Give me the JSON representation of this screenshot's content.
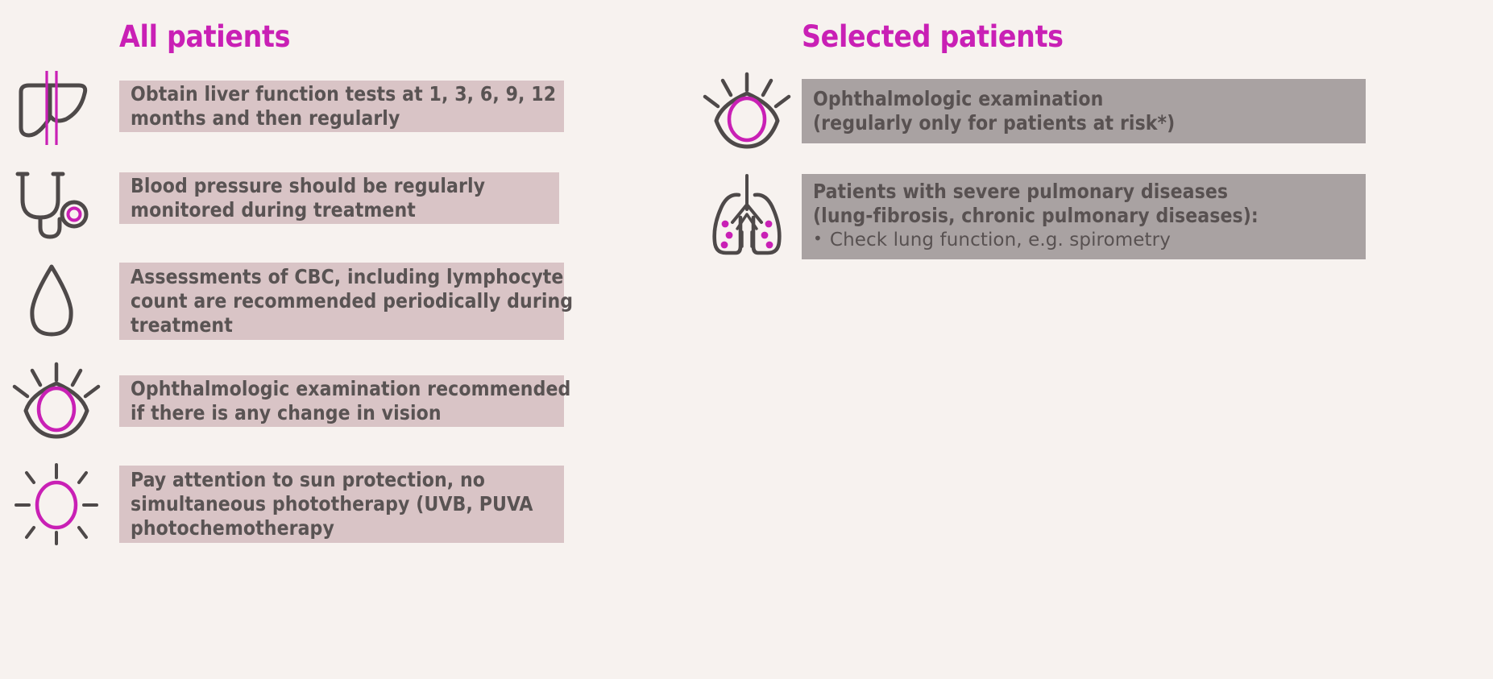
{
  "theme": {
    "background": "#f7f2ef",
    "accent_magenta": "#c920b5",
    "pink_box": "#d9c4c6",
    "gray_box": "#a9a2a2",
    "text_dark": "#595353",
    "icon_stroke": "#4e4949"
  },
  "columns": {
    "left": {
      "title": "All patients",
      "items": [
        {
          "icon": "liver-icon",
          "lines": [
            "Obtain liver function tests at 1, 3, 6, 9, 12",
            "months and then regularly"
          ]
        },
        {
          "icon": "stethoscope-icon",
          "lines": [
            "Blood pressure should be regularly",
            "monitored during treatment"
          ]
        },
        {
          "icon": "blood-drop-icon",
          "lines": [
            "Assessments of CBC, including lymphocyte",
            "count are recommended periodically during",
            "treatment"
          ]
        },
        {
          "icon": "eye-icon",
          "lines": [
            "Ophthalmologic examination recommended",
            "if there is any change in vision"
          ]
        },
        {
          "icon": "sun-icon",
          "lines": [
            "Pay attention to sun protection, no",
            "simultaneous phototherapy (UVB, PUVA",
            "photochemotherapy"
          ]
        }
      ]
    },
    "right": {
      "title": "Selected patients",
      "items": [
        {
          "icon": "eye-icon",
          "lines": [
            "Ophthalmologic examination",
            "(regularly only for patients at risk*)"
          ]
        },
        {
          "icon": "lungs-icon",
          "lines": [
            "Patients with severe pulmonary diseases",
            "(lung-fibrosis, chronic pulmonary diseases):"
          ],
          "bullets": [
            "Check lung function, e.g. spirometry"
          ],
          "bullet_glyph": "•"
        }
      ]
    }
  }
}
